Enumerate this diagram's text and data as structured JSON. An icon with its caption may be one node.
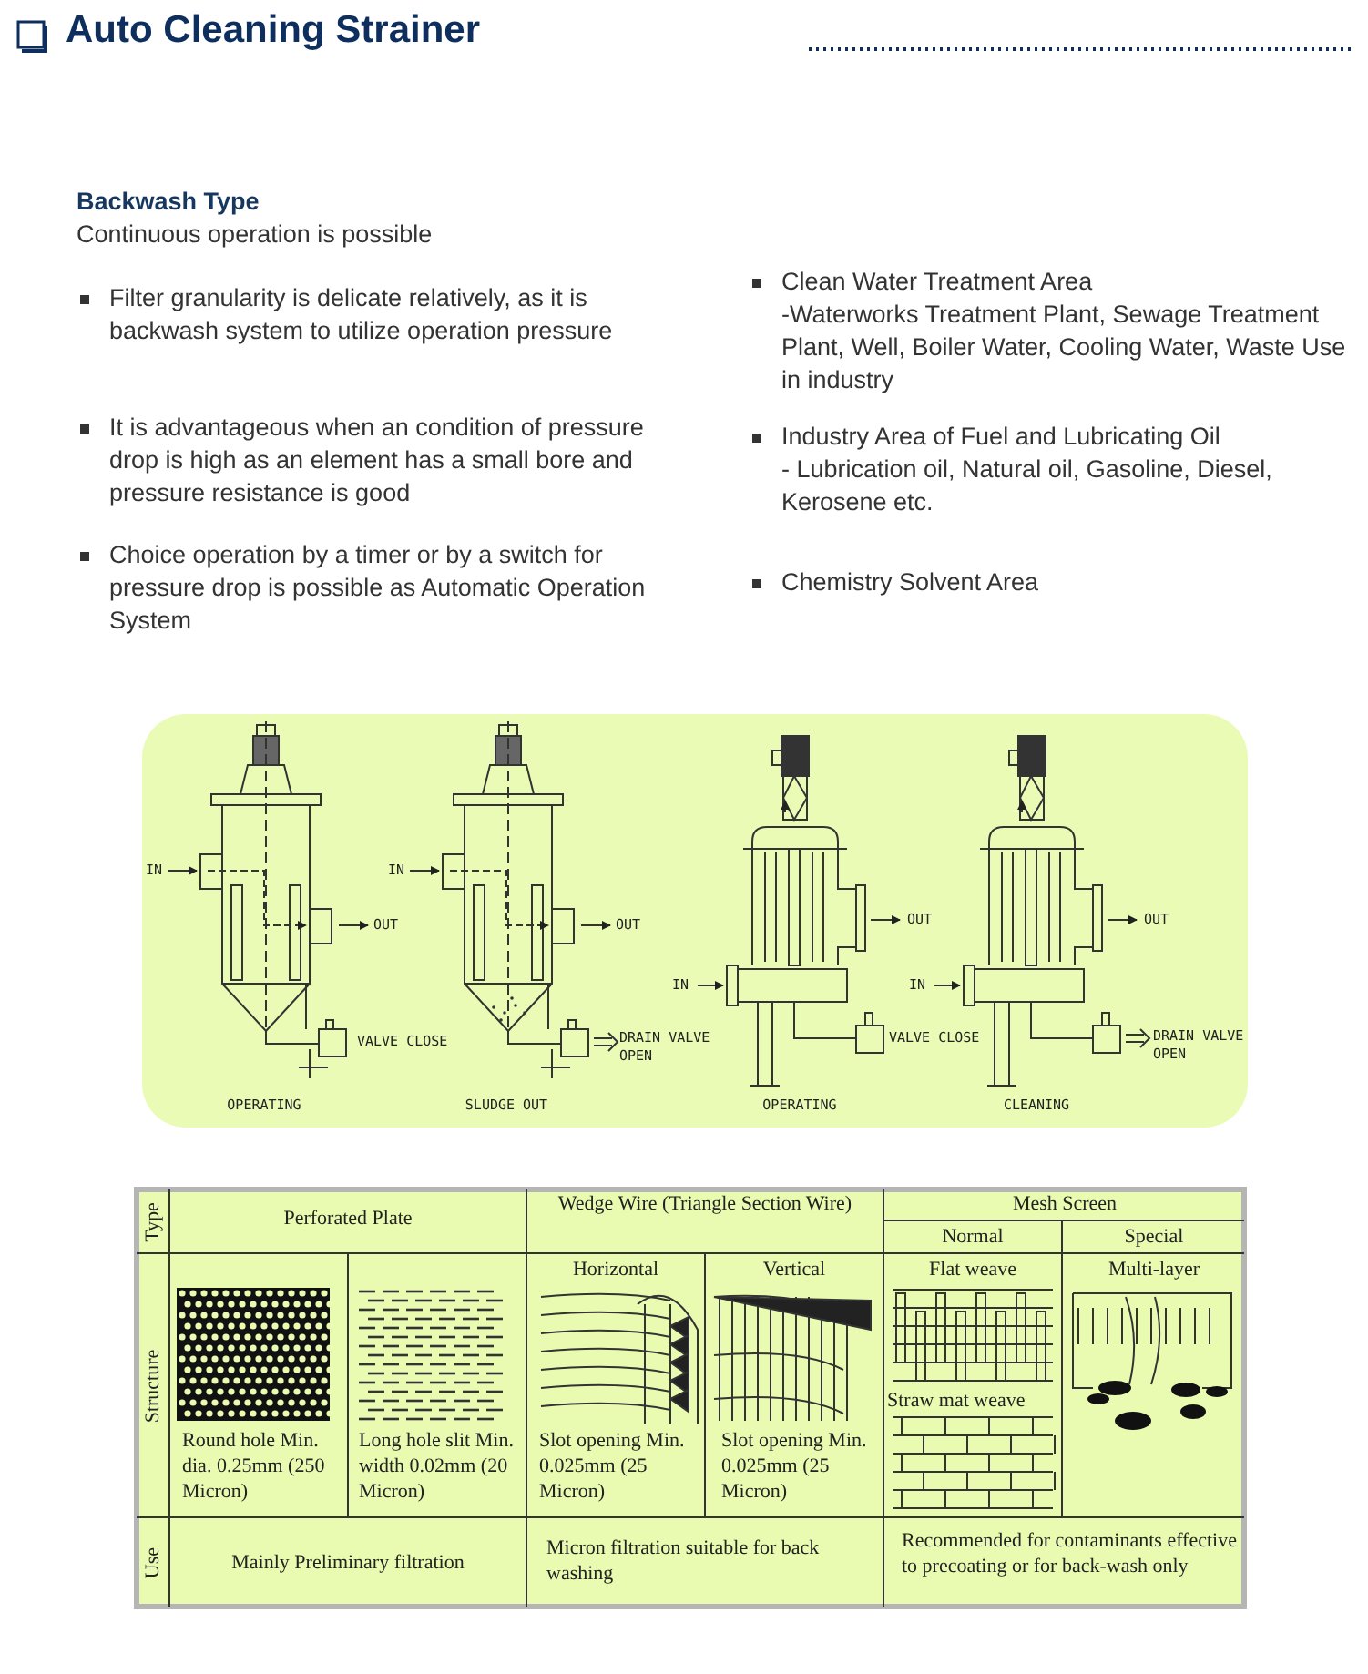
{
  "diagram": {
    "title": "Auto Cleaning Strainer",
    "labels": [
      "Backwash Type",
      "Continuous operation is possible",
      "Filter granularity is delicate relatively, as it is backwash system to utilize operation pressure",
      "It is advantageous when an condition of pressure drop is high as an element has a small bore and pressure resistance is good",
      "Choice operation by a timer or by a switch for pressure drop is possible as Automatic Operation System",
      "Clean Water Treatment Area",
      "-Waterworks Treatment Plant, Sewage Treatment Plant, Well, Boiler Water, Cooling Water, Waste Use in industry",
      "Industry Area of Fuel and Lubricating Oil",
      "- Lubrication oil, Natural oil, Gasoline, Diesel, Kerosene etc.",
      "Chemistry Solvent Area",
      "IN",
      "OUT",
      "VALVE CLOSE",
      "OPERATING",
      "IN",
      "OUT",
      "DRAIN VALVE OPEN",
      "SLUDGE OUT",
      "OUT",
      "IN",
      "VALVE CLOSE",
      "OPERATING",
      "OUT",
      "IN",
      "DRAIN VALVE OPEN",
      "CLEANING",
      "Type",
      "Perforated Plate",
      "Wedge Wire (Triangle Section Wire)",
      "Mesh Screen",
      "Normal",
      "Special",
      "Structure",
      "Horizontal",
      "Vertical",
      "Flat weave",
      "Multi-layer",
      "Round hole Min. dia. 0.25mm (250 Micron)",
      "Long hole slit Min. width 0.02mm (20 Micron)",
      "Slot opening Min. 0.025mm (25 Micron)",
      "Slot opening Min. 0.025mm (25 Micron)",
      "Straw mat weave",
      "Use",
      "Mainly Preliminary filtration",
      "Micron filtration suitable for back washing",
      "Recommended for contaminants effective to precoating or for back-wash only"
    ]
  }
}
